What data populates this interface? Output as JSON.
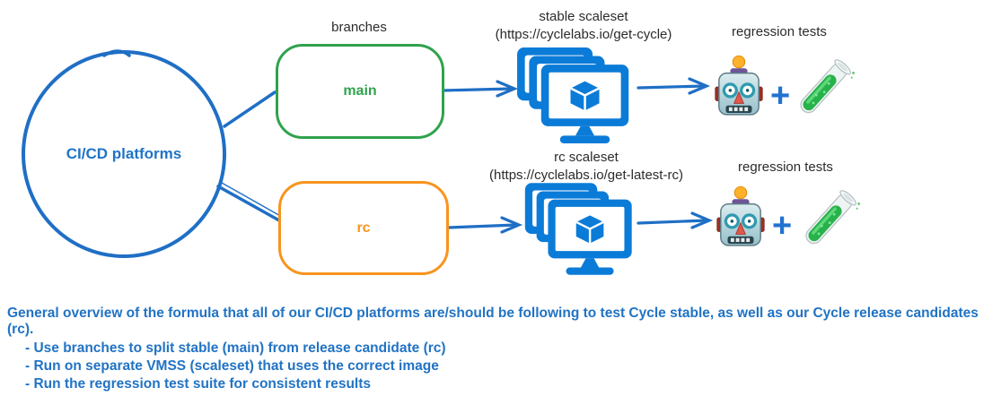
{
  "diagram": {
    "platform_label": "CI/CD platforms",
    "branches_label": "branches",
    "rows": [
      {
        "branch": "main",
        "scaleset_title": "stable scaleset",
        "scaleset_url": "(https://cyclelabs.io/get-cycle)",
        "tests_label": "regression tests",
        "plus": "+"
      },
      {
        "branch": "rc",
        "scaleset_title": "rc scaleset",
        "scaleset_url": "(https://cyclelabs.io/get-latest-rc)",
        "tests_label": "regression tests",
        "plus": "+"
      }
    ],
    "colors": {
      "line_blue": "#1f6fc5",
      "green": "#2fa24c",
      "orange": "#f7941e",
      "azure": "#0b7bd8",
      "label_dark": "#2b2b2b",
      "text_blue": "#2173c4"
    }
  },
  "caption": {
    "intro": "General overview of the formula that all of our CI/CD platforms are/should be following to test Cycle stable, as well as our Cycle release candidates (rc).",
    "bullets": [
      "- Use branches to split stable (main) from release candidate (rc)",
      "- Run on separate VMSS (scaleset) that uses the correct image",
      "- Run the regression test suite for consistent results"
    ]
  }
}
